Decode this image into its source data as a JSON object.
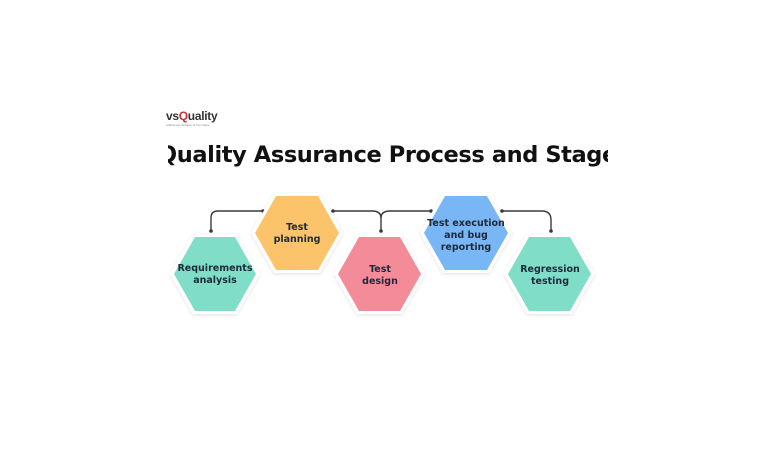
{
  "logo": {
    "prefix": "vs",
    "q": "Q",
    "suffix": "uality",
    "tagline": "a Business Solution & Top Class"
  },
  "title": "Quality Assurance Process and Stages",
  "colors": {
    "teal": "#7fddc8",
    "orange": "#fbc46b",
    "pink": "#f48b98",
    "blue": "#78b6f5",
    "connector": "#3a3a3a",
    "text": "#1d2a3a"
  },
  "stages": [
    {
      "line1": "Requirements",
      "line2": "analysis",
      "line3": ""
    },
    {
      "line1": "Test",
      "line2": "planning",
      "line3": ""
    },
    {
      "line1": "Test",
      "line2": "design",
      "line3": ""
    },
    {
      "line1": "Test execution",
      "line2": "and bug",
      "line3": "reporting"
    },
    {
      "line1": "Regression",
      "line2": "testing",
      "line3": ""
    }
  ]
}
